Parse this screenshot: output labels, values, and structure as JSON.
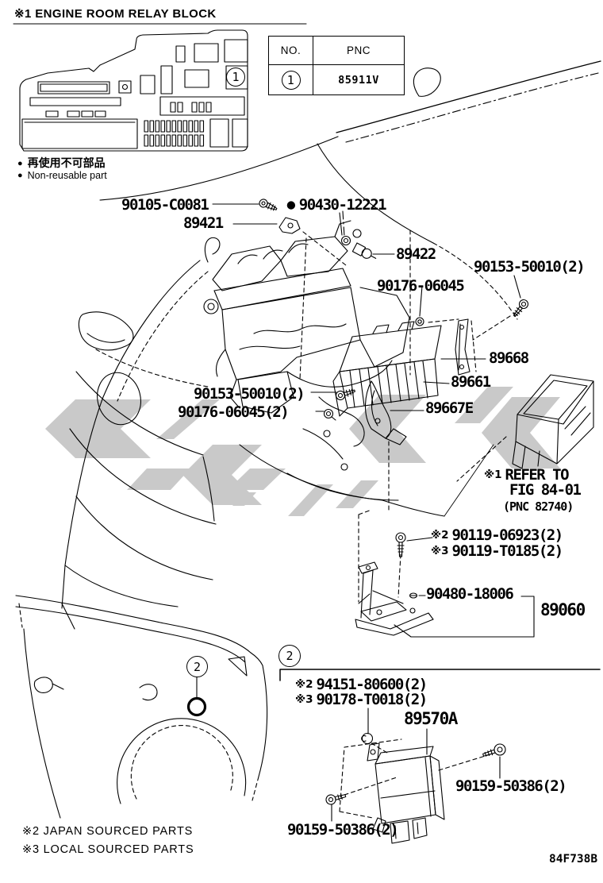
{
  "header": {
    "title": "※1 ENGINE ROOM RELAY BLOCK"
  },
  "legend": {
    "bullet": "●",
    "jp": "再使用不可部品",
    "en": "Non-reusable part"
  },
  "pnc_table": {
    "no_header": "NO.",
    "pnc_header": "PNC",
    "row": {
      "no": "1",
      "pnc": "85911V"
    }
  },
  "callouts": {
    "relay_block_no": "1",
    "car_location_no": "2",
    "section_no": "2"
  },
  "parts": {
    "p90105": "90105-C0081",
    "p89421": "89421",
    "p90430": {
      "bullet": "●",
      "num": "90430-12221"
    },
    "p89422": "89422",
    "p90153_top": "90153-50010(2)",
    "p90176_top": "90176-06045",
    "p89668": "89668",
    "p89661": "89661",
    "p89667e": "89667E",
    "p90153_left": "90153-50010(2)",
    "p90176_left": "90176-06045(2)",
    "refer": {
      "prefix": "※1",
      "line1": "REFER TO",
      "line2": "FIG 84-01",
      "line3": "(PNC 82740)"
    },
    "p90119_2": {
      "prefix": "※2",
      "num": "90119-06923(2)"
    },
    "p90119_3": {
      "prefix": "※3",
      "num": "90119-T0185(2)"
    },
    "p90480": "90480-18006",
    "p89060": "89060",
    "p94151": {
      "prefix": "※2",
      "num": "94151-80600(2)"
    },
    "p90178": {
      "prefix": "※3",
      "num": "90178-T0018(2)"
    },
    "p89570a": "89570A",
    "p90159_right": "90159-50386(2)",
    "p90159_left": "90159-50386(2)"
  },
  "footnotes": {
    "f2": "※2 JAPAN SOURCED PARTS",
    "f3": "※3 LOCAL SOURCED PARTS"
  },
  "doc_code": "84F738B",
  "colors": {
    "line": "#000000",
    "watermark": "#c9c9c9",
    "background": "#ffffff"
  }
}
